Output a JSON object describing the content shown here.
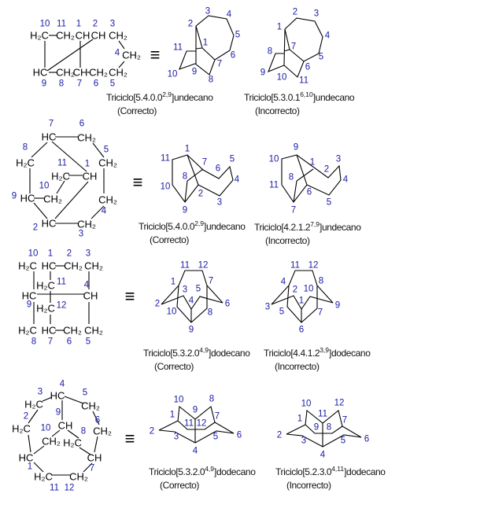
{
  "rows": [
    {
      "condensed": {
        "atoms": [
          "H₂C",
          "CH₂",
          "CH",
          "CH",
          "CH₂",
          "CH₂",
          "HC",
          "CH₂",
          "CH",
          "CH₂",
          "CH₂"
        ],
        "locants": [
          "10",
          "11",
          "1",
          "2",
          "3",
          "4",
          "9",
          "8",
          "7",
          "6",
          "5"
        ]
      },
      "equivalence": "≡",
      "correct": {
        "locants": [
          "2",
          "3",
          "4",
          "5",
          "1",
          "6",
          "7",
          "11",
          "10",
          "9",
          "8"
        ],
        "caption": {
          "prefix": "Triciclo[5.4.0.0",
          "superscript": "2,9",
          "suffix": "]undecano",
          "verdict": "(Correcto)"
        }
      },
      "incorrect": {
        "locants": [
          "1",
          "2",
          "3",
          "4",
          "7",
          "8",
          "5",
          "6",
          "9",
          "10",
          "11"
        ],
        "caption": {
          "prefix": "Triciclo[5.3.0.1",
          "superscript": "6,10",
          "suffix": "]undecano",
          "verdict": "(Incorrecto)"
        }
      }
    },
    {
      "condensed": {
        "atoms": [
          "HC",
          "CH₂",
          "H₂C",
          "CH₂",
          "H₂C",
          "CH",
          "HC",
          "CH₂",
          "CH₂",
          "HC",
          "CH₂"
        ],
        "locants": [
          "7",
          "6",
          "8",
          "5",
          "11",
          "1",
          "10",
          "9",
          "4",
          "2",
          "3"
        ]
      },
      "equivalence": "≡",
      "correct": {
        "locants": [
          "1",
          "11",
          "10",
          "9",
          "8",
          "7",
          "6",
          "5",
          "4",
          "2",
          "3"
        ],
        "caption": {
          "prefix": "Triciclo[5.4.0.0",
          "superscript": "2,9",
          "suffix": "]undecano",
          "verdict": "(Correcto)"
        }
      },
      "incorrect": {
        "locants": [
          "9",
          "10",
          "11",
          "8",
          "1",
          "2",
          "3",
          "4",
          "6",
          "5",
          "7"
        ],
        "caption": {
          "prefix": "Triciclo[4.2.1.2",
          "superscript": "7,9",
          "suffix": "]undecano",
          "verdict": "(Incorrecto)"
        }
      }
    },
    {
      "condensed": {
        "atoms": [
          "H₂C",
          "HC",
          "CH₂",
          "CH₂",
          "H₂C",
          "HC",
          "CH",
          "H₂C",
          "H₂C",
          "HC",
          "CH₂",
          "CH₂"
        ],
        "locants": [
          "10",
          "1",
          "2",
          "3",
          "11",
          "4",
          "9",
          "12",
          "8",
          "7",
          "6",
          "5"
        ]
      },
      "equivalence": "≡",
      "correct": {
        "locants": [
          "11",
          "12",
          "1",
          "7",
          "3",
          "5",
          "2",
          "6",
          "4",
          "10",
          "8",
          "9"
        ],
        "caption": {
          "prefix": "Triciclo[5.3.2.0",
          "superscript": "4,9",
          "suffix": "]dodecano",
          "verdict": "(Correcto)"
        }
      },
      "incorrect": {
        "locants": [
          "11",
          "12",
          "4",
          "8",
          "2",
          "10",
          "3",
          "9",
          "1",
          "5",
          "7",
          "6"
        ],
        "caption": {
          "prefix": "Triciclo[4.4.1.2",
          "superscript": "3,9",
          "suffix": "]dodecano",
          "verdict": "(Incorrecto)"
        }
      }
    },
    {
      "condensed": {
        "atoms": [
          "HC",
          "H₂C",
          "CH₂",
          "H₂C",
          "CH",
          "CH₂",
          "CH₂",
          "H₂C",
          "HC",
          "CH",
          "H₂C",
          "CH₂"
        ],
        "locants": [
          "4",
          "3",
          "5",
          "2",
          "9",
          "6",
          "10",
          "8",
          "1",
          "7",
          "11",
          "12"
        ]
      },
      "equivalence": "≡",
      "correct": {
        "locants": [
          "10",
          "8",
          "9",
          "1",
          "7",
          "11",
          "12",
          "2",
          "3",
          "5",
          "6",
          "4"
        ],
        "caption": {
          "prefix": "Triciclo[5.3.2.0",
          "superscript": "4,9",
          "suffix": "]dodecano",
          "verdict": "(Correcto)"
        }
      },
      "incorrect": {
        "locants": [
          "10",
          "12",
          "11",
          "1",
          "7",
          "9",
          "8",
          "2",
          "3",
          "5",
          "6",
          "4"
        ],
        "caption": {
          "prefix": "Triciclo[5.2.3.0",
          "superscript": "4,11",
          "suffix": "]dodecano",
          "verdict": "(Incorrecto)"
        }
      }
    }
  ]
}
